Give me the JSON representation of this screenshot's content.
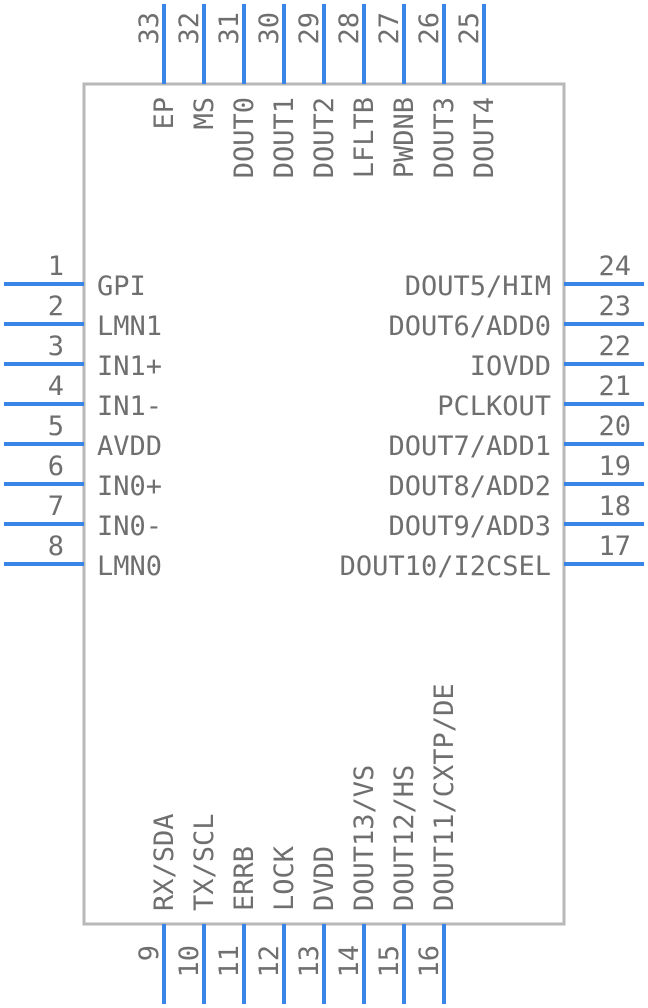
{
  "component": {
    "pin_color": "#3a86e8",
    "body_outline_color": "#b8b8b8",
    "text_color": "#6f6f6f",
    "left_pins": [
      {
        "num": "1",
        "label": "GPI"
      },
      {
        "num": "2",
        "label": "LMN1"
      },
      {
        "num": "3",
        "label": "IN1+"
      },
      {
        "num": "4",
        "label": "IN1-"
      },
      {
        "num": "5",
        "label": "AVDD"
      },
      {
        "num": "6",
        "label": "IN0+"
      },
      {
        "num": "7",
        "label": "IN0-"
      },
      {
        "num": "8",
        "label": "LMN0"
      }
    ],
    "bottom_pins": [
      {
        "num": "9",
        "label": "RX/SDA"
      },
      {
        "num": "10",
        "label": "TX/SCL"
      },
      {
        "num": "11",
        "label": "ERRB"
      },
      {
        "num": "12",
        "label": "LOCK"
      },
      {
        "num": "13",
        "label": "DVDD"
      },
      {
        "num": "14",
        "label": "DOUT13/VS"
      },
      {
        "num": "15",
        "label": "DOUT12/HS"
      },
      {
        "num": "16",
        "label": "DOUT11/CXTP/DE"
      }
    ],
    "right_pins": [
      {
        "num": "24",
        "label": "DOUT5/HIM"
      },
      {
        "num": "23",
        "label": "DOUT6/ADD0"
      },
      {
        "num": "22",
        "label": "IOVDD"
      },
      {
        "num": "21",
        "label": "PCLKOUT"
      },
      {
        "num": "20",
        "label": "DOUT7/ADD1"
      },
      {
        "num": "19",
        "label": "DOUT8/ADD2"
      },
      {
        "num": "18",
        "label": "DOUT9/ADD3"
      },
      {
        "num": "17",
        "label": "DOUT10/I2CSEL"
      }
    ],
    "top_pins": [
      {
        "num": "33",
        "label": "EP"
      },
      {
        "num": "32",
        "label": "MS"
      },
      {
        "num": "31",
        "label": "DOUT0"
      },
      {
        "num": "30",
        "label": "DOUT1"
      },
      {
        "num": "29",
        "label": "DOUT2"
      },
      {
        "num": "28",
        "label": "LFLTB"
      },
      {
        "num": "27",
        "label": "PWDNB"
      },
      {
        "num": "26",
        "label": "DOUT3"
      },
      {
        "num": "25",
        "label": "DOUT4"
      }
    ]
  }
}
